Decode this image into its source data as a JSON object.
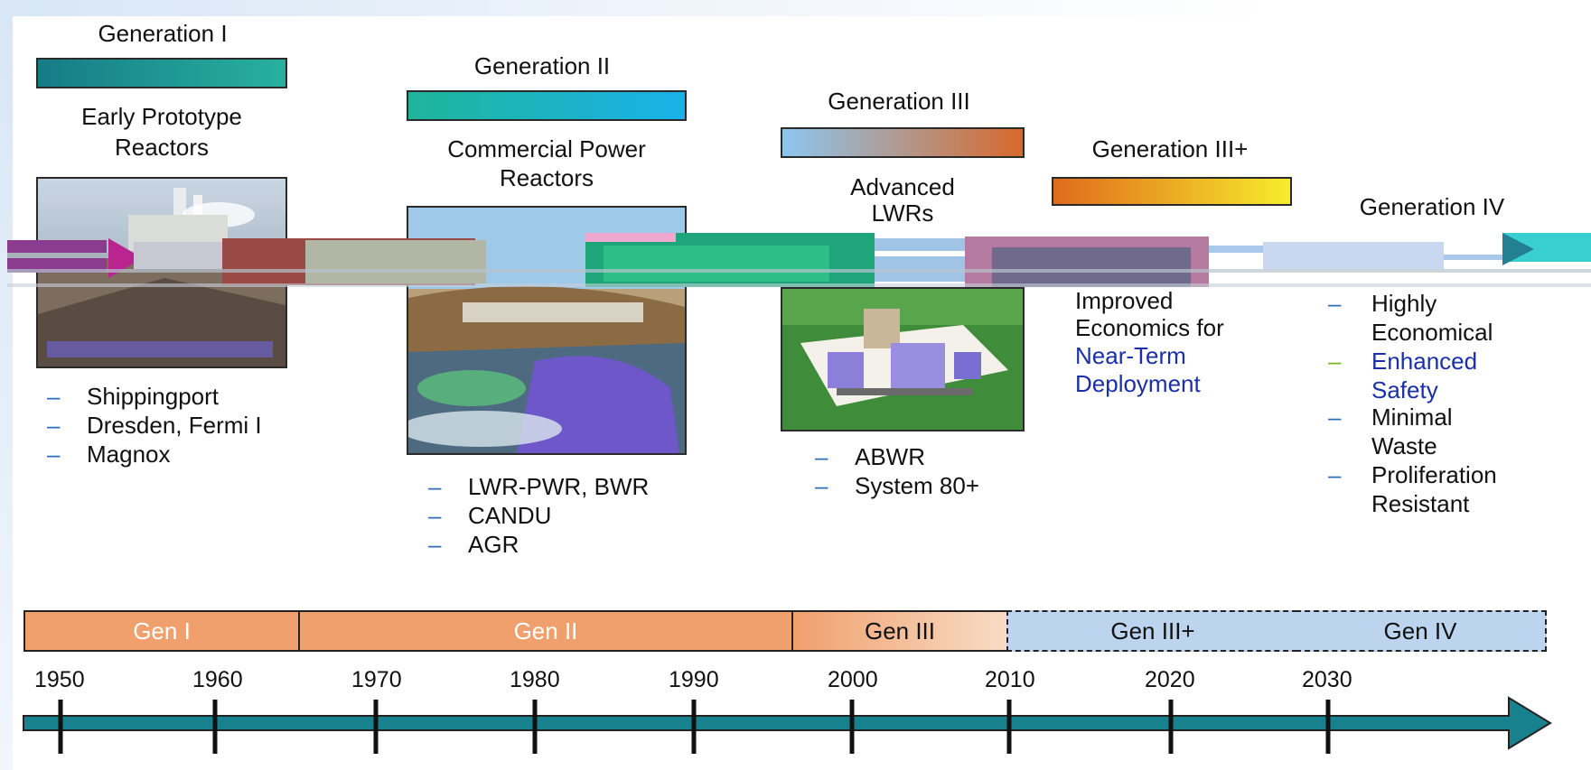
{
  "generations": [
    {
      "title": "Generation I",
      "subtitle_lines": [
        "Early Prototype",
        "Reactors"
      ],
      "examples": [
        "Shippingport",
        "Dresden, Fermi I",
        "Magnox"
      ],
      "bar_gradient": [
        "#167c86",
        "#27b0a0"
      ]
    },
    {
      "title": "Generation II",
      "subtitle_lines": [
        "Commercial Power",
        "Reactors"
      ],
      "examples": [
        "LWR-PWR, BWR",
        "CANDU",
        "AGR"
      ],
      "bar_gradient": [
        "#1fb59a",
        "#1ab1ea"
      ]
    },
    {
      "title": "Generation III",
      "subtitle_lines": [
        "Advanced",
        "LWRs"
      ],
      "examples": [
        "ABWR",
        "System 80+"
      ],
      "bar_gradient": [
        "#8cc7ef",
        "#d8682c"
      ]
    },
    {
      "title": "Generation III+",
      "subtitle_lines": [
        "Improved",
        "Economics for",
        "Near-Term",
        "Deployment"
      ],
      "examples": [],
      "bar_gradient": [
        "#e06a1c",
        "#f7ec2c"
      ]
    },
    {
      "title": "Generation IV",
      "subtitle_lines": [],
      "examples": [
        "Highly Economical",
        "Enhanced Safety",
        "Minimal Waste",
        "Proliferation Resistant"
      ],
      "bar_gradient": [
        "#3bc8d0",
        "#2bd6d6"
      ]
    }
  ],
  "gen4_items": [
    {
      "line1": "Highly",
      "line2": "Economical"
    },
    {
      "line1": "Enhanced",
      "line2": "Safety"
    },
    {
      "line1": "Minimal",
      "line2": "Waste"
    },
    {
      "line1": "Proliferation",
      "line2": "Resistant"
    }
  ],
  "timeline": {
    "segments": [
      "Gen I",
      "Gen II",
      "Gen III",
      "Gen III+",
      "Gen IV"
    ],
    "years": [
      "1950",
      "1960",
      "1970",
      "1980",
      "1990",
      "2000",
      "2010",
      "2020",
      "2030"
    ],
    "colors": {
      "solid": "#f0a06d",
      "fade_end": "#f8dcc6",
      "future": "#bcd4ee",
      "axis": "#17828d"
    }
  }
}
